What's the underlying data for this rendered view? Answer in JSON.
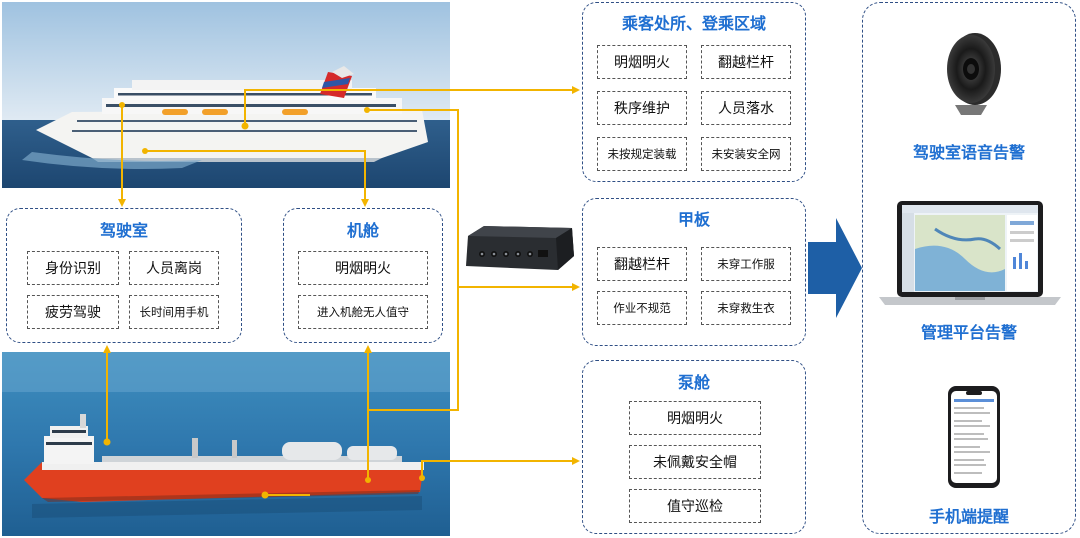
{
  "colors": {
    "title_blue": "#1f6fd1",
    "panel_border": "#2f4f85",
    "connector": "#f2b400",
    "big_arrow": "#1e5fa6",
    "hull_red": "#e0401f",
    "sea_blue": "#2f78ae"
  },
  "bridge": {
    "title": "驾驶室",
    "items": [
      "身份识别",
      "人员离岗",
      "疲劳驾驶",
      "长时间用手机"
    ]
  },
  "engine_room": {
    "title": "机舱",
    "items": [
      "明烟明火",
      "进入机舱无人值守"
    ]
  },
  "passenger_area": {
    "title": "乘客处所、登乘区域",
    "items": [
      "明烟明火",
      "翻越栏杆",
      "秩序维护",
      "人员落水",
      "未按规定装载",
      "未安装安全网"
    ]
  },
  "deck": {
    "title": "甲板",
    "items": [
      "翻越栏杆",
      "未穿工作服",
      "作业不规范",
      "未穿救生衣"
    ]
  },
  "pump_room": {
    "title": "泵舱",
    "items": [
      "明烟明火",
      "未佩戴安全帽",
      "值守巡检"
    ]
  },
  "alerts": {
    "items": [
      {
        "label": "驾驶室语音告警",
        "icon": "speaker-icon"
      },
      {
        "label": "管理平台告警",
        "icon": "laptop-icon"
      },
      {
        "label": "手机端提醒",
        "icon": "smartphone-icon"
      }
    ]
  }
}
